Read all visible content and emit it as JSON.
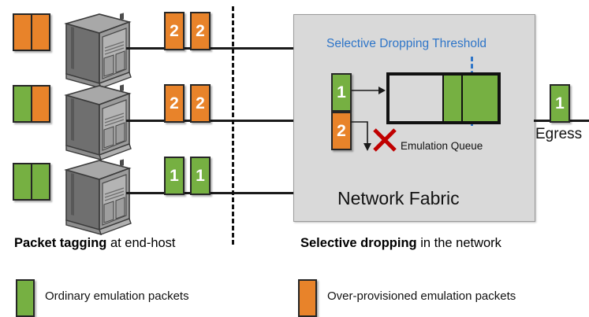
{
  "figure": {
    "left_section": {
      "caption_bold": "Packet tagging",
      "caption_rest": " at end-host",
      "hosts": [
        {
          "name": "host-1",
          "swatches": [
            "orange",
            "orange"
          ],
          "tags": [
            "2",
            "2"
          ],
          "tag_color": "orange"
        },
        {
          "name": "host-2",
          "swatches": [
            "green",
            "orange"
          ],
          "tags": [
            "2",
            "2"
          ],
          "tag_color": "orange"
        },
        {
          "name": "host-3",
          "swatches": [
            "green",
            "green"
          ],
          "tags": [
            "1",
            "1"
          ],
          "tag_color": "green"
        }
      ]
    },
    "right_section": {
      "caption_bold": "Selective dropping",
      "caption_rest": " in the network",
      "fabric_label": "Network Fabric",
      "threshold_label": "Selective Dropping Threshold",
      "queue_label": "Emulation Queue",
      "queue_slots_filled": 3,
      "queue_slots_total": 5,
      "admitted_packet": "1",
      "admitted_packet_color": "green",
      "dropped_packet": "2",
      "dropped_packet_color": "orange",
      "drop_marker": "drop-x-icon",
      "egress_label": "Egress",
      "egress_packet": "1",
      "egress_packet_color": "green"
    },
    "legend": [
      {
        "swatch": "green",
        "text": "Ordinary emulation packets"
      },
      {
        "swatch": "orange",
        "text": "Over-provisioned emulation packets"
      }
    ],
    "colors": {
      "green": "#76B042",
      "orange": "#E8832A",
      "threshold_blue": "#2E75C8",
      "fabric_gray": "#D9D9D9",
      "drop_red": "#C00000",
      "outline": "#262626"
    }
  }
}
